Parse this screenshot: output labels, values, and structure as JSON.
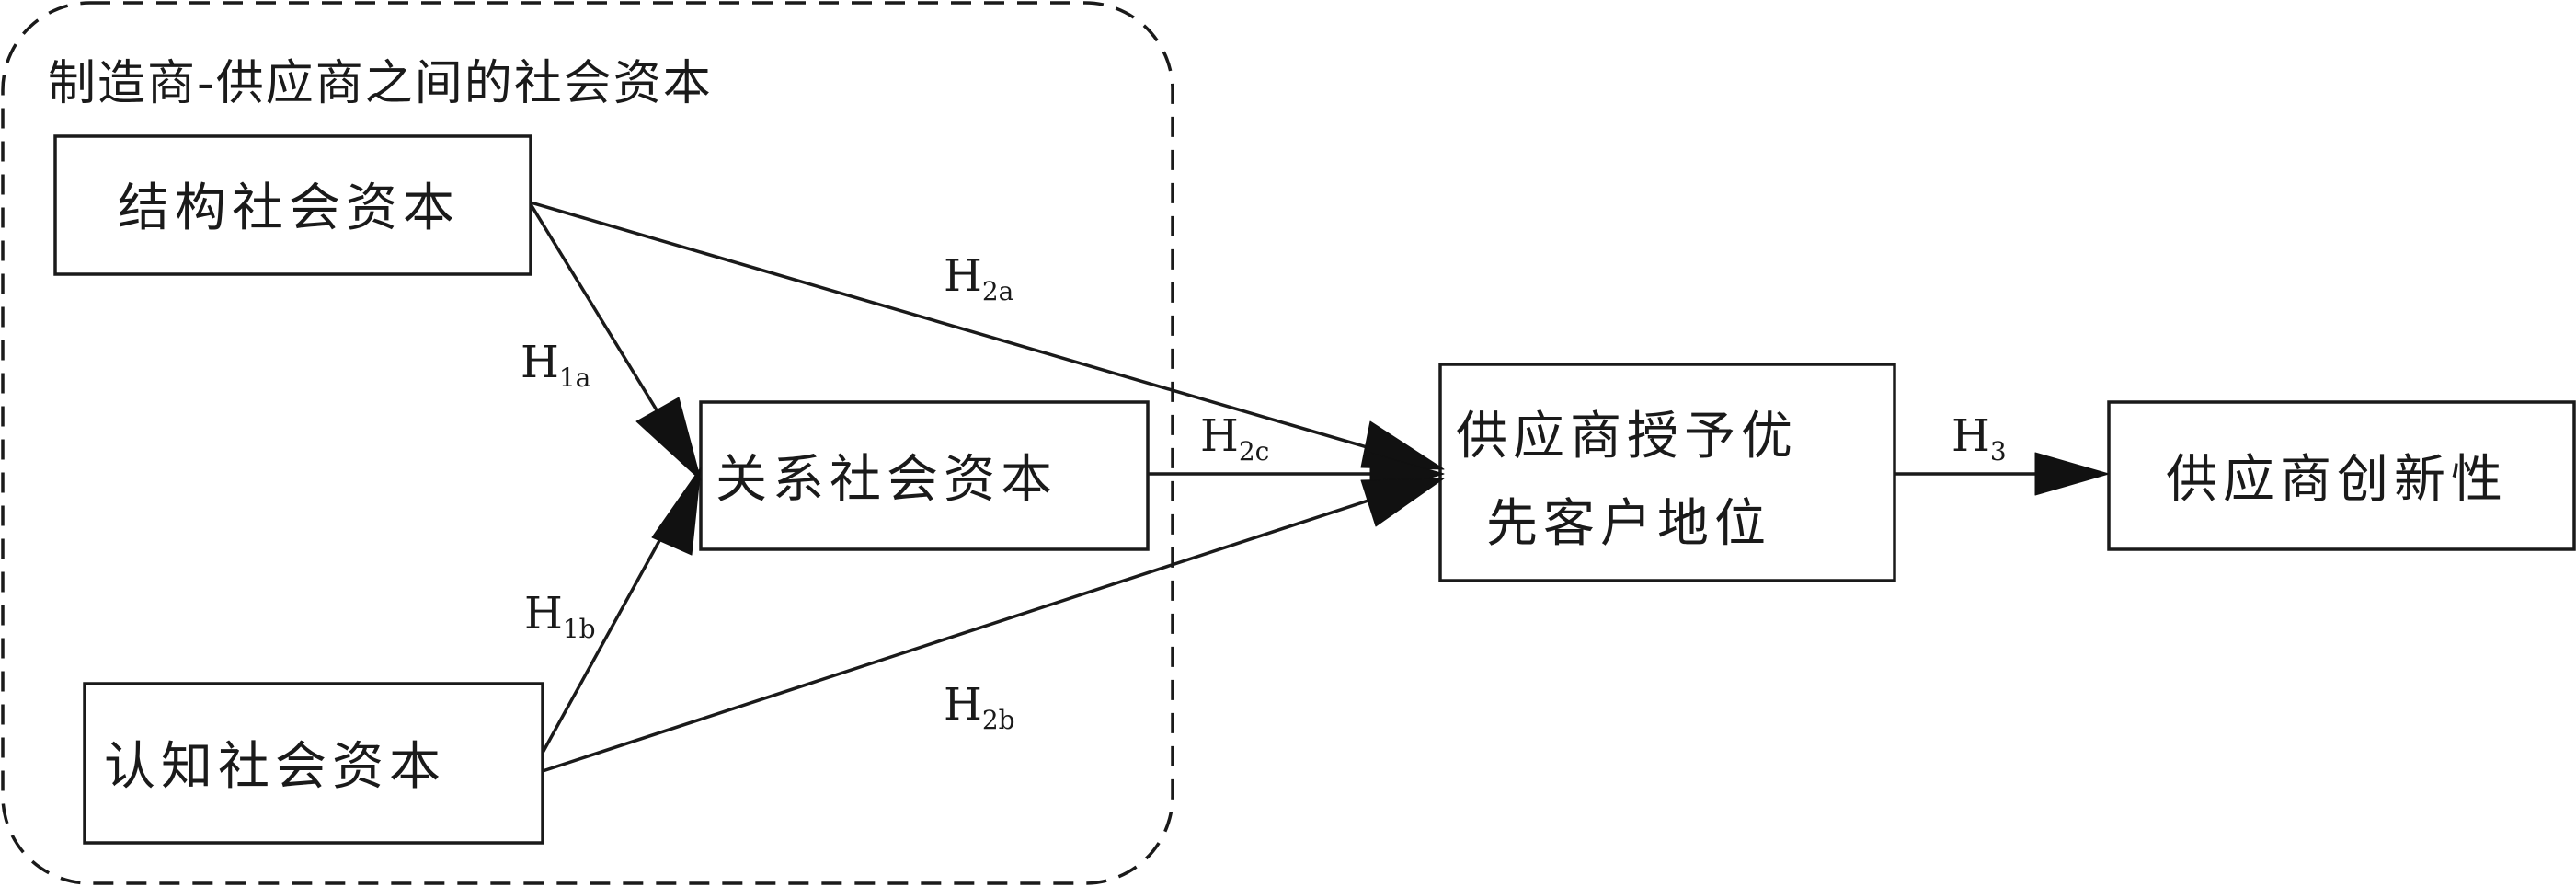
{
  "group": {
    "label": "制造商-供应商之间的社会资本"
  },
  "nodes": {
    "structural": {
      "label": "结构社会资本"
    },
    "relational": {
      "label": "关系社会资本"
    },
    "cognitive": {
      "label": "认知社会资本"
    },
    "preferred_status": {
      "line1": "供应商授予优",
      "line2": "先客户地位"
    },
    "innovation": {
      "label": "供应商创新性"
    }
  },
  "hypotheses": {
    "h1a": {
      "main": "H",
      "sub": "1a"
    },
    "h1b": {
      "main": "H",
      "sub": "1b"
    },
    "h2a": {
      "main": "H",
      "sub": "2a"
    },
    "h2b": {
      "main": "H",
      "sub": "2b"
    },
    "h2c": {
      "main": "H",
      "sub": "2c"
    },
    "h3": {
      "main": "H",
      "sub": "3"
    }
  },
  "colors": {
    "stroke": "#1a1a1a",
    "background": "#ffffff"
  }
}
